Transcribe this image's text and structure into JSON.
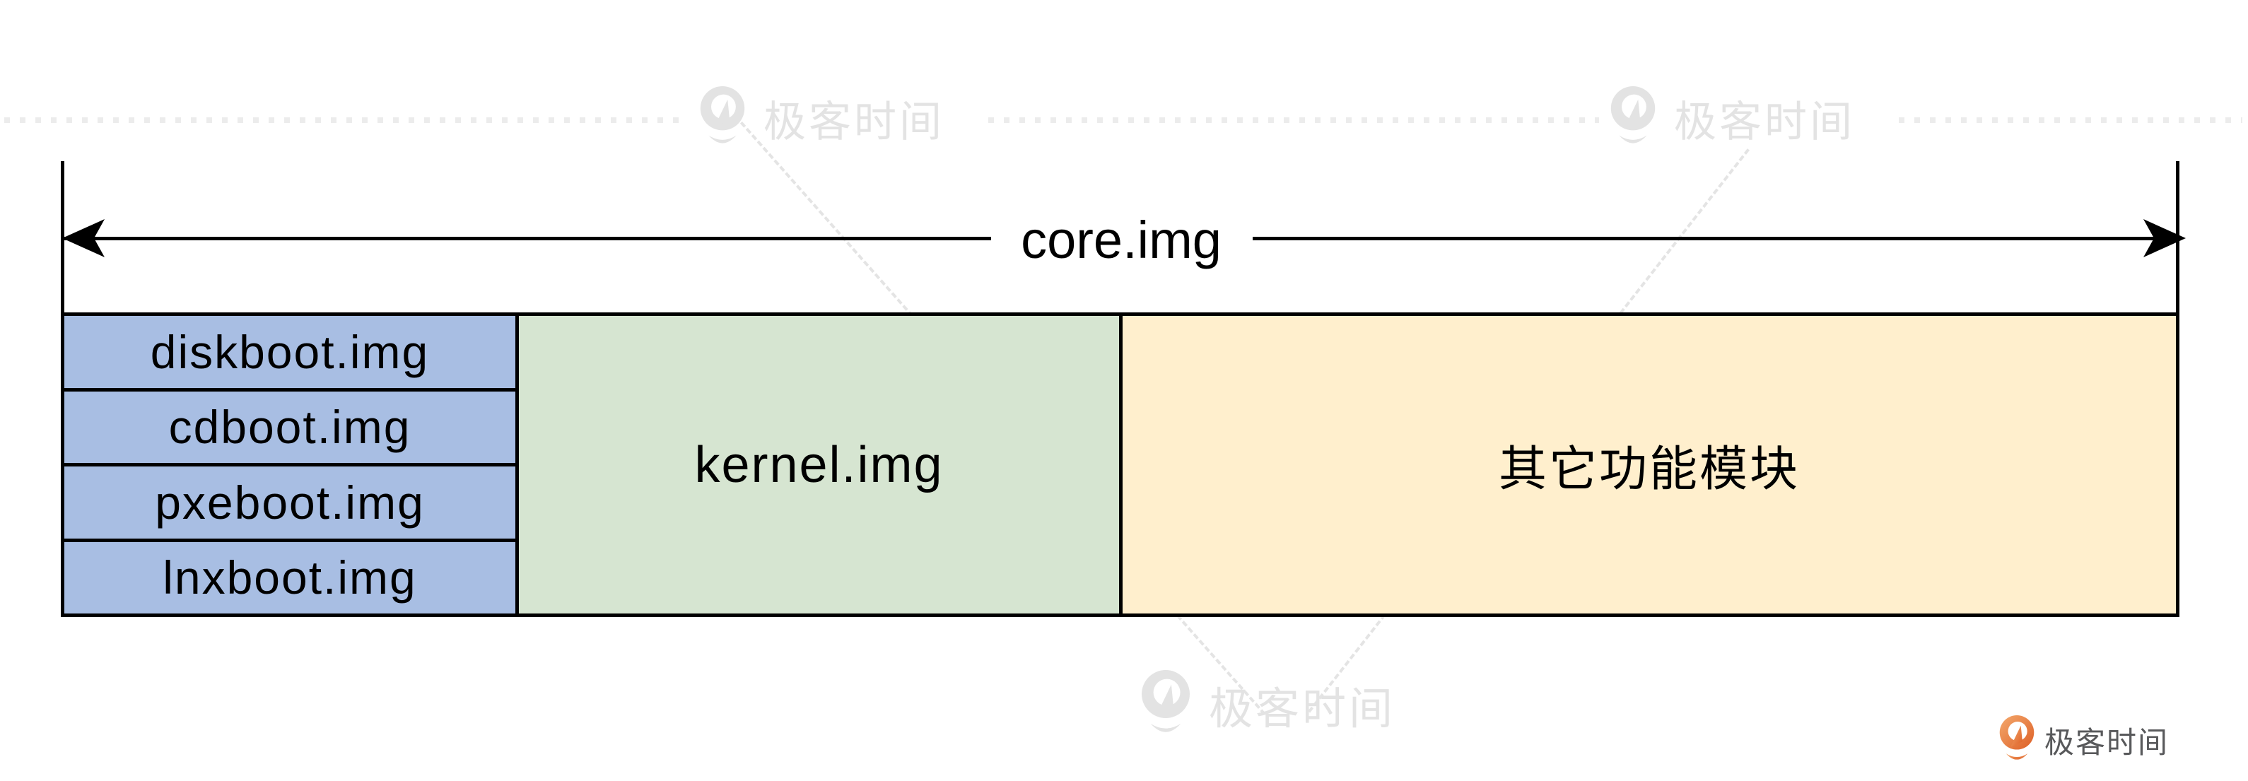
{
  "measure": {
    "label": "core.img"
  },
  "bar": {
    "boot_stack": {
      "color": "#a8bee3",
      "items": [
        {
          "label": "diskboot.img"
        },
        {
          "label": "cdboot.img"
        },
        {
          "label": "pxeboot.img"
        },
        {
          "label": "lnxboot.img"
        }
      ]
    },
    "kernel": {
      "label": "kernel.img",
      "color": "#d6e5d1"
    },
    "other": {
      "label": "其它功能模块",
      "color": "#ffefcd"
    }
  },
  "watermark": {
    "brand": "极客时间",
    "color": "#e3e3e3"
  },
  "footer": {
    "brand": "极客时间",
    "text_color": "#58595b",
    "icon_gradient_start": "#f4a96d",
    "icon_gradient_end": "#dd5f26"
  }
}
